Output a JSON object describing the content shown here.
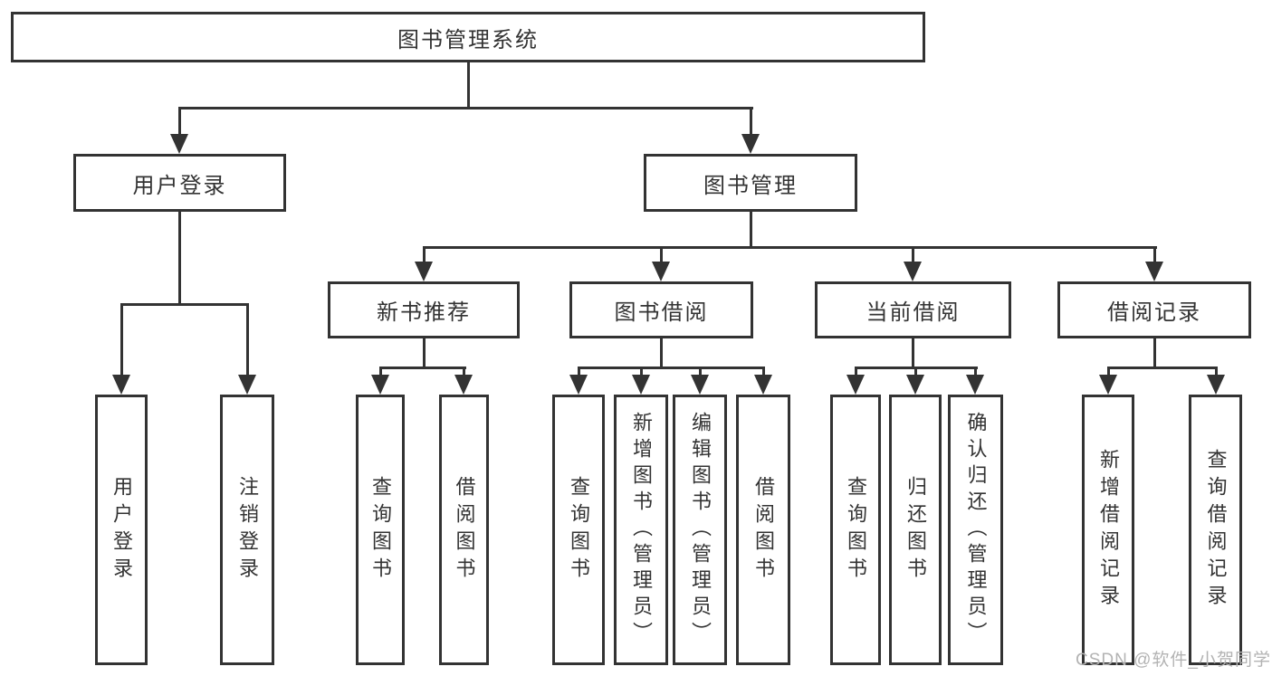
{
  "tree": {
    "root": "图书管理系统",
    "branches": [
      {
        "label": "用户登录",
        "children": [
          "用户登录",
          "注销登录"
        ]
      },
      {
        "label": "图书管理",
        "sections": [
          {
            "label": "新书推荐",
            "children": [
              "查询图书",
              "借阅图书"
            ]
          },
          {
            "label": "图书借阅",
            "children": [
              "查询图书",
              "新增图书（管理员）",
              "编辑图书（管理员）",
              "借阅图书"
            ]
          },
          {
            "label": "当前借阅",
            "children": [
              "查询图书",
              "归还图书",
              "确认归还（管理员）"
            ]
          },
          {
            "label": "借阅记录",
            "children": [
              "新增借阅记录",
              "查询借阅记录"
            ]
          }
        ]
      }
    ]
  },
  "watermark": {
    "text": "CSDN @软件_小贺同学"
  },
  "colors": {
    "line": "#333333",
    "background": "#ffffff",
    "watermark": "#b3b3b3"
  }
}
